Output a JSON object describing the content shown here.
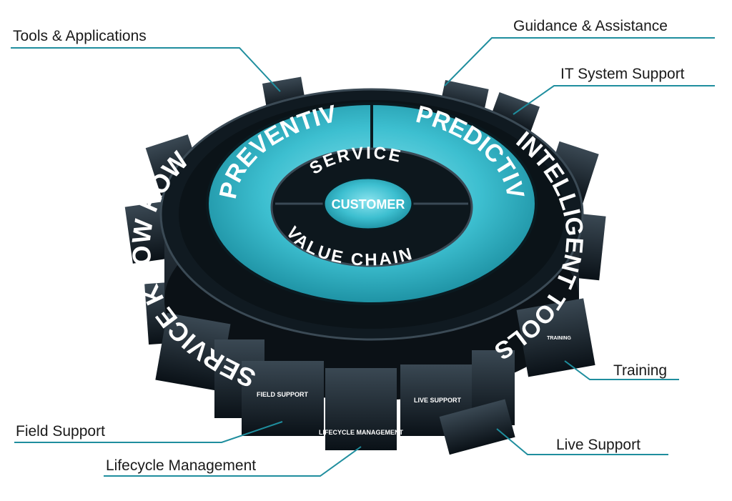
{
  "callouts": {
    "tools_applications": "Tools & Applications",
    "guidance_assistance": "Guidance & Assistance",
    "it_system_support": "IT System Support",
    "training": "Training",
    "field_support": "Field Support",
    "lifecycle_management": "Lifecycle Management",
    "live_support": "Live Support"
  },
  "ring": {
    "outer_left": "SERVICE KNOW HOW",
    "outer_right": "INTELLIGENT TOOLS",
    "top_left": "PREVENTIVE",
    "top_right": "PREDICTIVE"
  },
  "center": {
    "top": "SERVICE",
    "middle": "CUSTOMER",
    "bottom": "VALUE CHAIN"
  },
  "blocks": {
    "field": "FIELD SUPPORT",
    "lifecycle": "LIFECYCLE MANAGEMENT",
    "live": "LIVE SUPPORT",
    "training": "TRAINING"
  },
  "colors": {
    "teal": "#2ab3c6",
    "leader": "#1f8e9e",
    "dark": "#0d141b"
  }
}
